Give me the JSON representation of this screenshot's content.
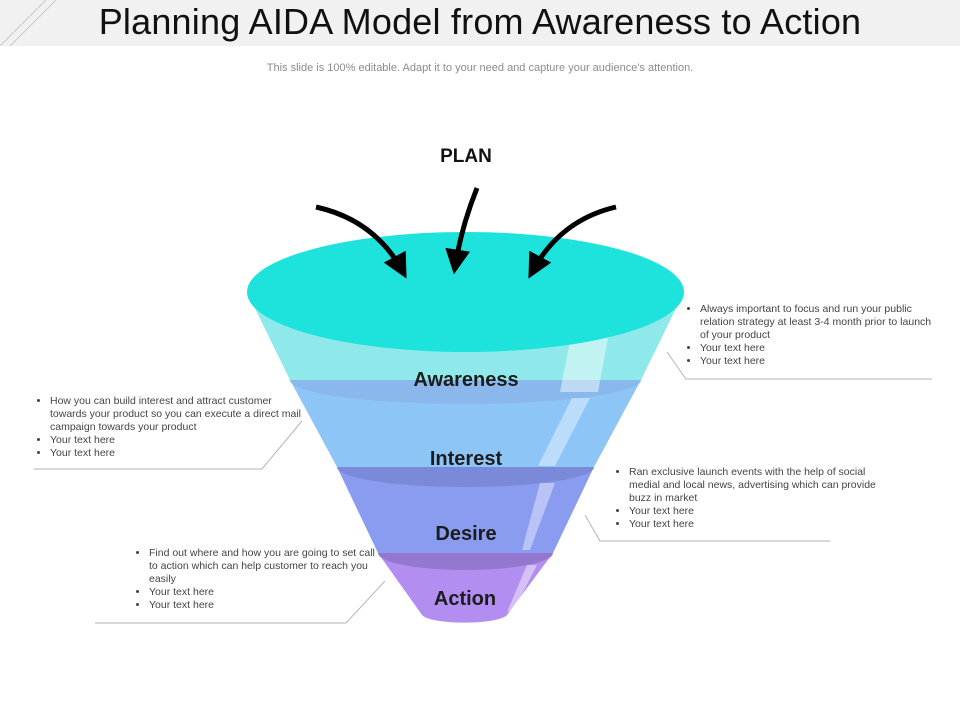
{
  "slide": {
    "title": "Planning AIDA Model from Awareness to Action",
    "subtitle": "This slide is 100% editable. Adapt it to your need and capture your audience's attention."
  },
  "diagram": {
    "top_label": "PLAN",
    "stages": [
      {
        "label": "Awareness",
        "color": "#8fe9ea"
      },
      {
        "label": "Interest",
        "color": "#8ec5f7"
      },
      {
        "label": "Desire",
        "color": "#8a9cf0"
      },
      {
        "label": "Action",
        "color": "#b18ef0"
      }
    ],
    "funnel_top_color": "#1ee3dc"
  },
  "notes": {
    "awareness": [
      "Always important to focus and run your public relation strategy at least 3-4 month  prior to launch of your  product",
      "Your text here",
      "Your text here"
    ],
    "interest": [
      "How you can build interest and attract customer towards your product so you can execute a direct mail  campaign  towards your product",
      "Your text here",
      "Your text here"
    ],
    "desire": [
      "Ran  exclusive launch events with the help of social medial  and local news, advertising which can provide buzz in market",
      "Your text here",
      "Your text here"
    ],
    "action": [
      "Find  out  where and how you are going to set call to action which can help customer to reach you easily",
      "Your text here",
      "Your text here"
    ]
  }
}
